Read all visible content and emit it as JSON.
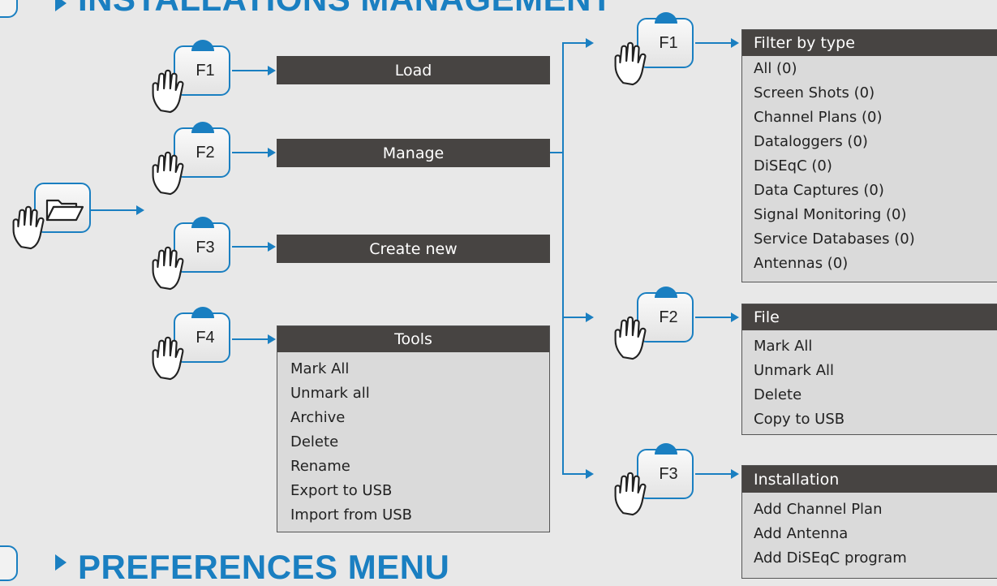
{
  "sections": {
    "top_title": "INSTALLATIONS MANAGEMENT",
    "bottom_title": "PREFERENCES MENU"
  },
  "keys": {
    "f1": "F1",
    "f2": "F2",
    "f3": "F3",
    "f4": "F4"
  },
  "left_menu": {
    "load": "Load",
    "manage": "Manage",
    "create_new": "Create new",
    "tools": {
      "title": "Tools",
      "items": [
        "Mark All",
        "Unmark all",
        "Archive",
        "Delete",
        "Rename",
        "Export to USB",
        "Import from USB"
      ]
    }
  },
  "manage_submenus": {
    "filter": {
      "title": "Filter by type",
      "items": [
        "All (0)",
        "Screen Shots (0)",
        "Channel Plans (0)",
        "Dataloggers (0)",
        "DiSEqC (0)",
        "Data Captures (0)",
        "Signal Monitoring (0)",
        "Service Databases (0)",
        "Antennas (0)"
      ]
    },
    "file": {
      "title": "File",
      "items": [
        "Mark All",
        "Unmark All",
        "Delete",
        "Copy to USB"
      ]
    },
    "installation": {
      "title": "Installation",
      "items": [
        "Add Channel Plan",
        "Add Antenna",
        "Add DiSEqC program"
      ]
    }
  },
  "colors": {
    "accent": "#1a7fc1",
    "bar": "#474442",
    "menu_bg": "#dadada",
    "page_bg": "#e8e8e8"
  },
  "icons": {
    "entry": "folder-icon",
    "press": "hand-pointer-icon"
  }
}
